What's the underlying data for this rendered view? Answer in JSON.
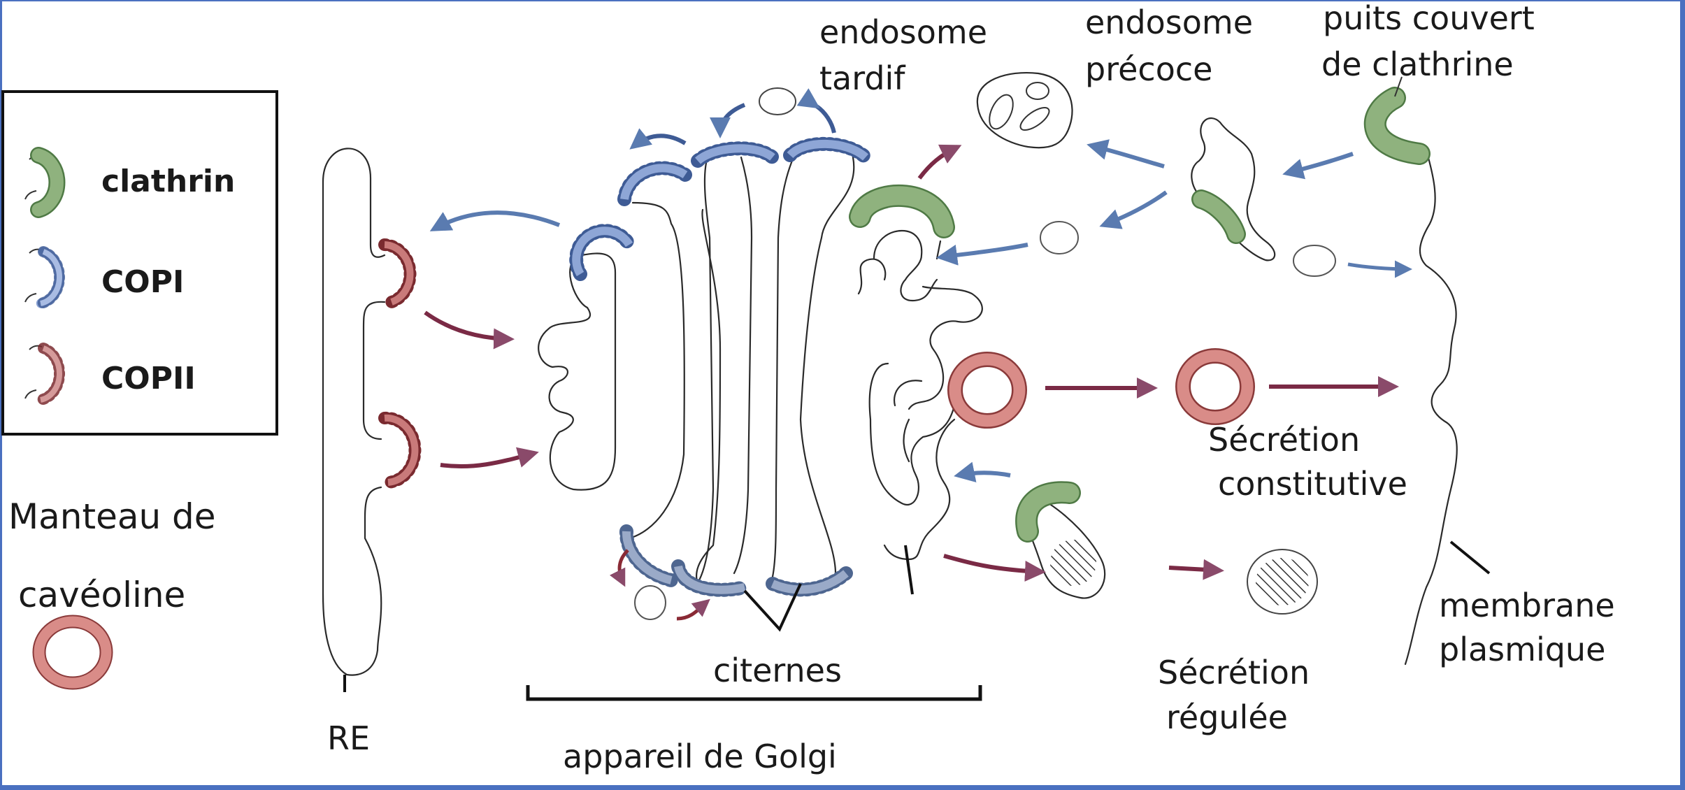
{
  "colors": {
    "frame_border": "#4a70c0",
    "clathrin": "#8fb27e",
    "clathrin_edge": "#4f7a45",
    "copi": "#8ea6d6",
    "copi_edge": "#3e5b95",
    "copii": "#c97a7a",
    "copii_edge": "#7a2a2f",
    "caveolin": "#d98c88",
    "caveolin_edge": "#8a3a3a",
    "arrow_blue": "#5a7bb0",
    "arrow_red": "#7a2a45",
    "membrane": "#2a2a2a"
  },
  "legend": {
    "items": [
      {
        "icon": "clathrin-coat-icon",
        "label": "clathrin"
      },
      {
        "icon": "copi-coat-icon",
        "label": "COPI"
      },
      {
        "icon": "copii-coat-icon",
        "label": "COPII"
      }
    ],
    "caveolin": {
      "line1": "Manteau de",
      "line2": "cavéoline",
      "icon": "caveolin-ring-icon"
    }
  },
  "labels": {
    "er": "RE",
    "cisternae": "citernes",
    "golgi": "appareil de Golgi",
    "late_endosome": {
      "line1": "endosome",
      "line2": "tardif"
    },
    "early_endosome": {
      "line1": "endosome",
      "line2": "précoce"
    },
    "coated_pit": {
      "line1": "puits couvert",
      "line2": "de clathrine"
    },
    "constitutive_secretion": {
      "line1": "Sécrétion",
      "line2": "constitutive"
    },
    "regulated_secretion": {
      "line1": "Sécrétion",
      "line2": "régulée"
    },
    "plasma_membrane": {
      "line1": "membrane",
      "line2": "plasmique"
    }
  }
}
